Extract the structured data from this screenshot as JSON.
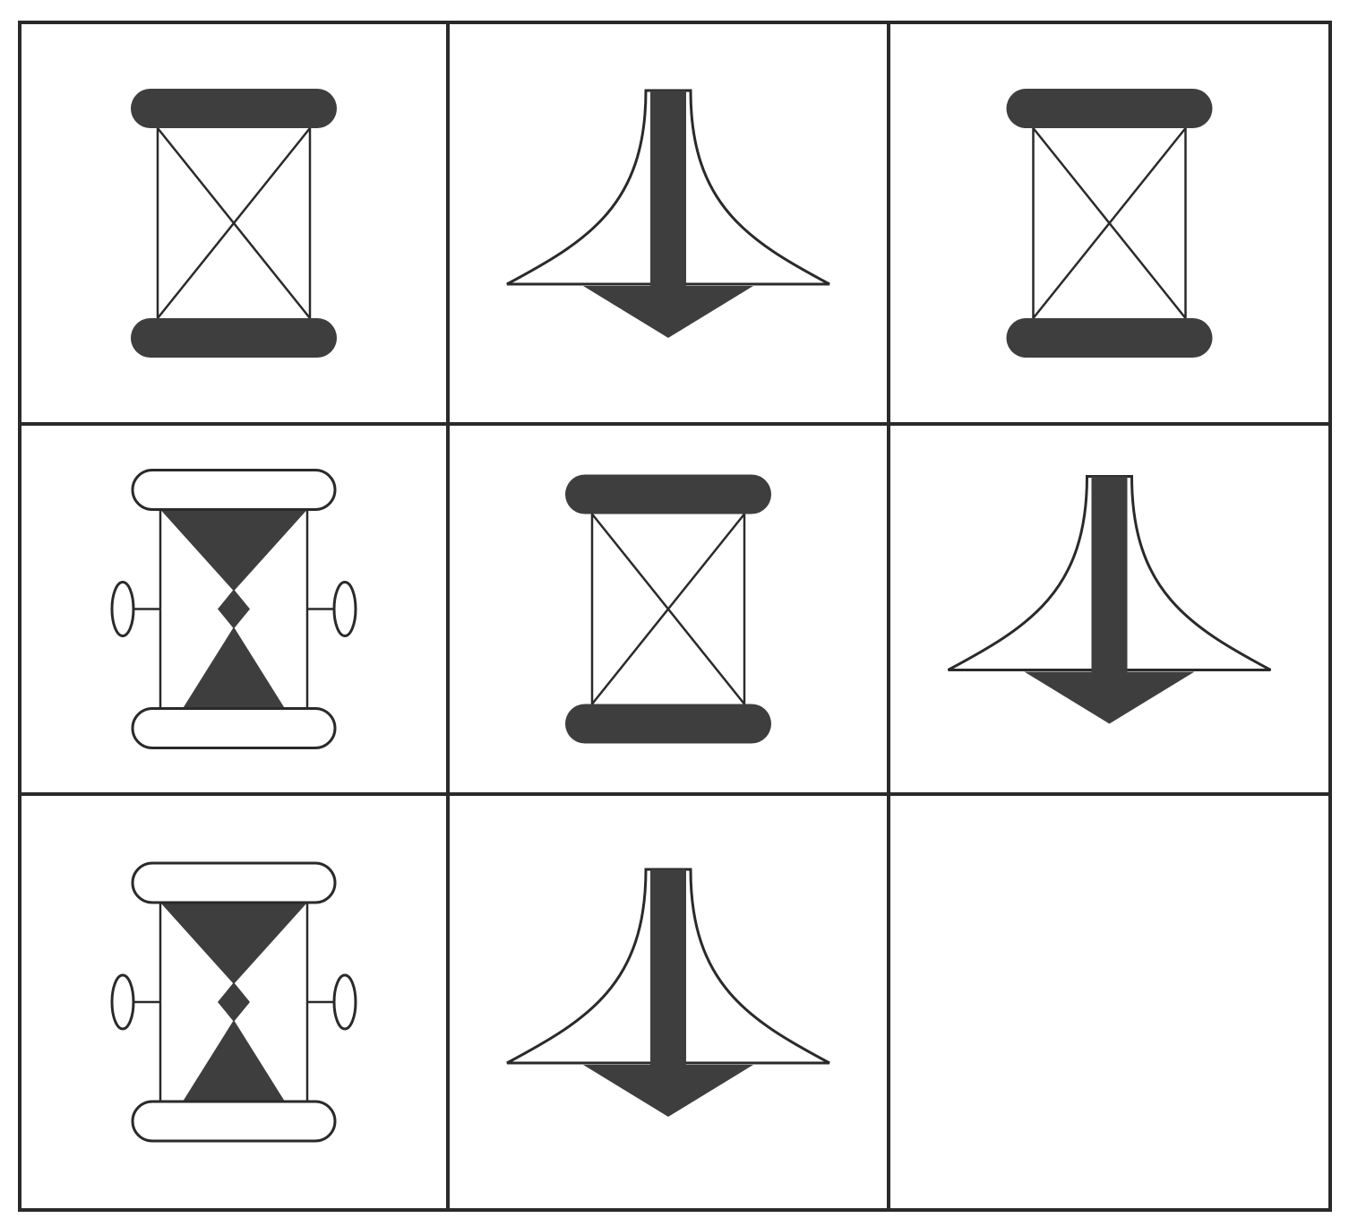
{
  "puzzle": {
    "grid": {
      "rows": 3,
      "cols": 3
    },
    "colors": {
      "ink": "#2a2a2a",
      "fill": "#3e3e3e",
      "background": "#ffffff"
    },
    "cells": [
      {
        "row": 1,
        "col": 1,
        "figure": "hourglass-frame-dark-caps-icon"
      },
      {
        "row": 1,
        "col": 2,
        "figure": "down-arrow-flared-icon"
      },
      {
        "row": 1,
        "col": 3,
        "figure": "hourglass-frame-dark-caps-icon"
      },
      {
        "row": 2,
        "col": 1,
        "figure": "hourglass-filled-white-caps-knobs-icon"
      },
      {
        "row": 2,
        "col": 2,
        "figure": "hourglass-frame-dark-caps-icon"
      },
      {
        "row": 2,
        "col": 3,
        "figure": "down-arrow-flared-icon"
      },
      {
        "row": 3,
        "col": 1,
        "figure": "hourglass-filled-white-caps-knobs-icon"
      },
      {
        "row": 3,
        "col": 2,
        "figure": "down-arrow-flared-icon"
      },
      {
        "row": 3,
        "col": 3,
        "figure": "empty"
      }
    ]
  }
}
